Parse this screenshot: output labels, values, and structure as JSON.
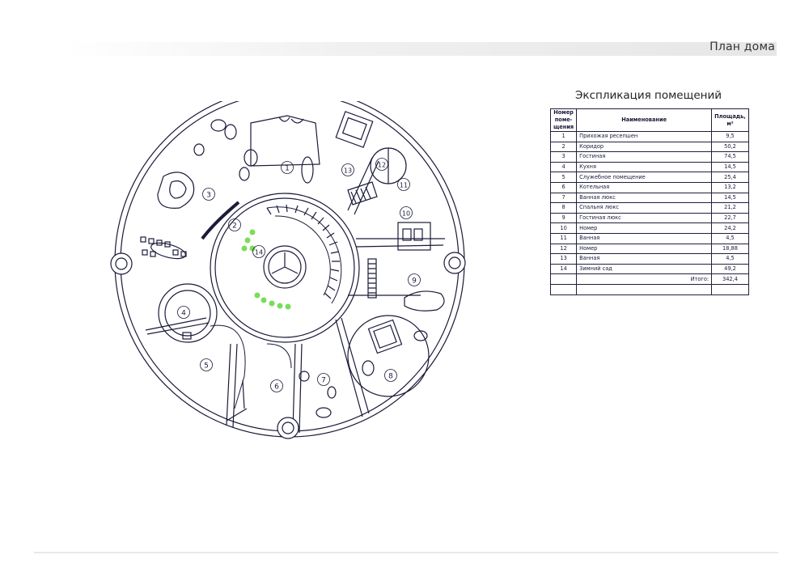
{
  "header": {
    "title": "План дома"
  },
  "plan": {
    "room_labels": [
      "1",
      "2",
      "3",
      "4",
      "5",
      "6",
      "7",
      "8",
      "9",
      "10",
      "11",
      "12",
      "13",
      "14"
    ]
  },
  "explication": {
    "title": "Экспликация помещений",
    "headers": {
      "number": "Номер поме-щения",
      "name": "Наименование",
      "area": "Площадь, м²"
    },
    "rows": [
      {
        "n": "1",
        "name": "Прихожая ресепшен",
        "area": "9,5"
      },
      {
        "n": "2",
        "name": "Коридор",
        "area": "50,2"
      },
      {
        "n": "3",
        "name": "Гостиная",
        "area": "74,5"
      },
      {
        "n": "4",
        "name": "Кухня",
        "area": "14,5"
      },
      {
        "n": "5",
        "name": "Служебное помещение",
        "area": "25,4"
      },
      {
        "n": "6",
        "name": "Котельная",
        "area": "13,2"
      },
      {
        "n": "7",
        "name": "Ванная люкс",
        "area": "14,5"
      },
      {
        "n": "8",
        "name": "Спальня люкс",
        "area": "21,2"
      },
      {
        "n": "9",
        "name": "Гостиная люкс",
        "area": "22,7"
      },
      {
        "n": "10",
        "name": "Номер",
        "area": "24,2"
      },
      {
        "n": "11",
        "name": "Ванная",
        "area": "4,5"
      },
      {
        "n": "12",
        "name": "Номер",
        "area": "18,88"
      },
      {
        "n": "13",
        "name": "Ванная",
        "area": "4,5"
      },
      {
        "n": "14",
        "name": "Зимний сад",
        "area": "49,2"
      }
    ],
    "total_label": "Итого:",
    "total_value": "342,4"
  },
  "colors": {
    "line": "#1a1a3a",
    "plant": "#7bdc5a"
  }
}
